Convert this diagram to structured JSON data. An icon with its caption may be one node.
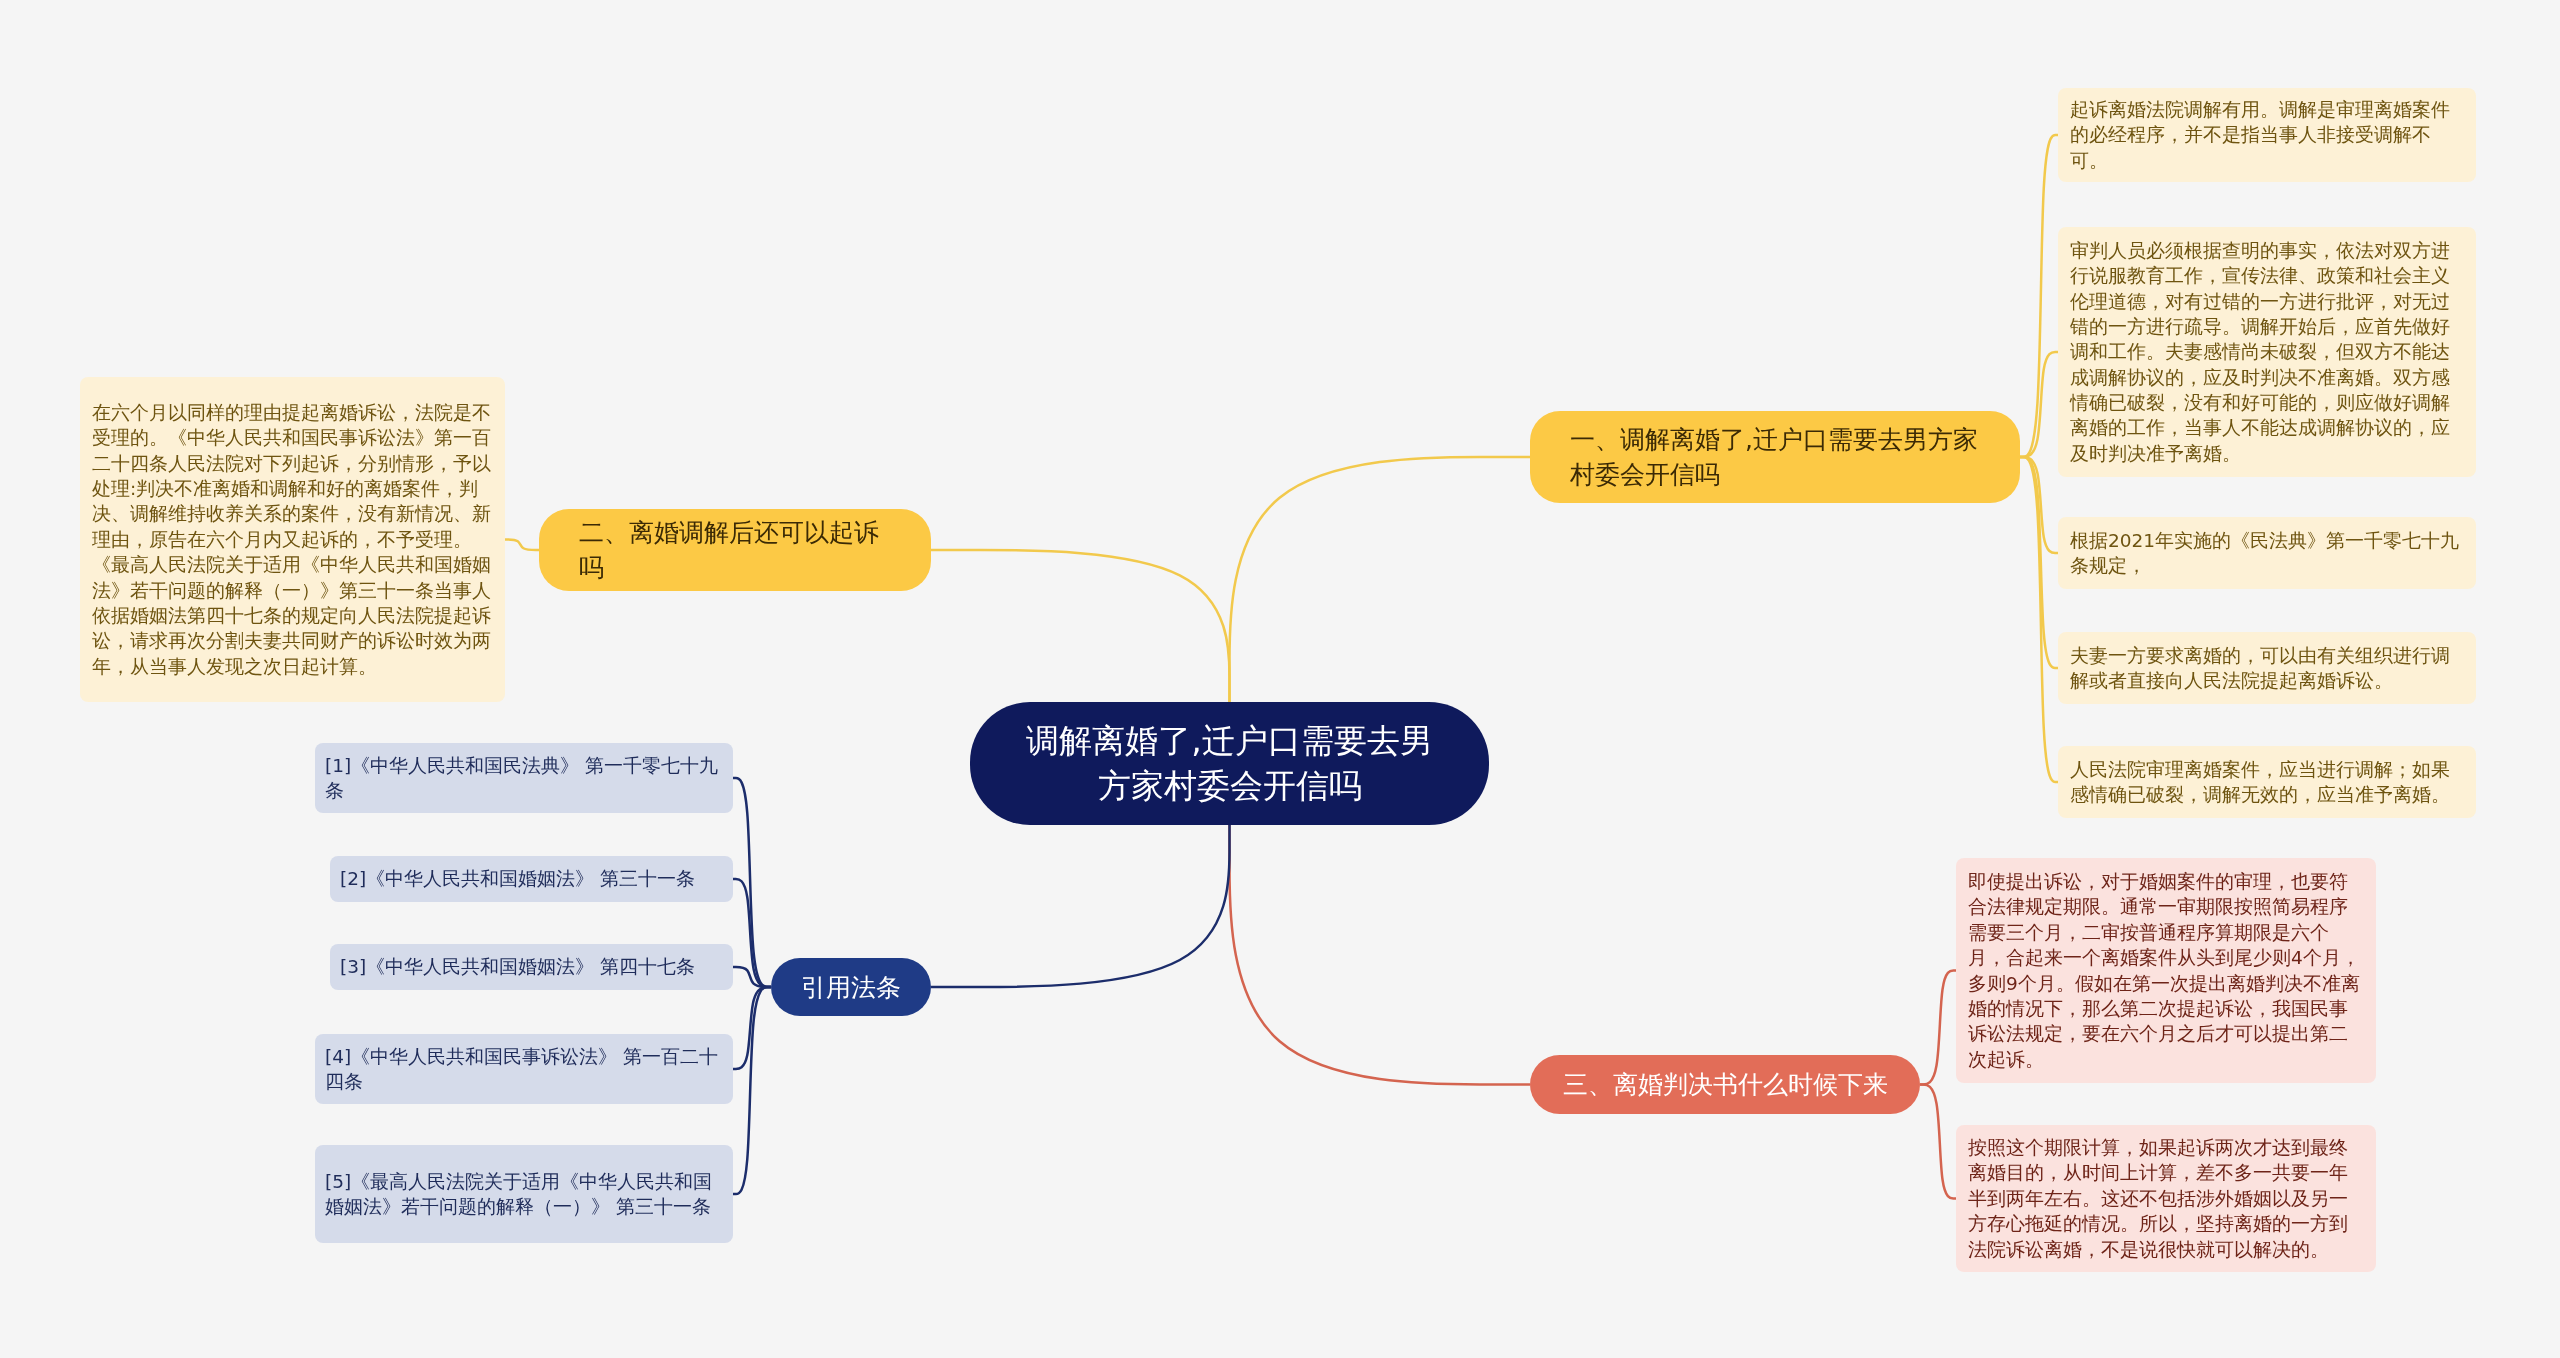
{
  "diagram": {
    "nodes": [
      {
        "text": [
          "调解离婚了,迁户口需要去男方家村委会开信吗"
        ]
      },
      {
        "text": [
          "一、调解离婚了,迁户口需要去男方家村委会开信吗"
        ]
      },
      {
        "text": [
          "起诉离婚法院调解有用。调解是审理离婚案件的必经程序，并不是指当事人非接受调解不可。"
        ]
      },
      {
        "text": [
          "审判人员必须根据查明的事实，依法对双方进行说服教育工作，宣传法律、政策和社会主义伦理道德，对有过错的一方进行批评，对无过错的一方进行疏导。调解开始后，应首先做好调和工作。夫妻感情尚未破裂，但双方不能达成调解协议的，应及时判决不准离婚。双方感情确已破裂，没有和好可能的，则应做好调解离婚的工作，当事人不能达成调解协议的，应及时判决准予离婚。"
        ]
      },
      {
        "text": [
          "根据2021年实施的《民法典》第一千零七十九条规定，"
        ]
      },
      {
        "text": [
          "夫妻一方要求离婚的，可以由有关组织进行调解或者直接向人民法院提起离婚诉讼。"
        ]
      },
      {
        "text": [
          "人民法院审理离婚案件，应当进行调解；如果感情确已破裂，调解无效的，应当准予离婚。"
        ]
      },
      {
        "text": [
          "二、离婚调解后还可以起诉吗"
        ]
      },
      {
        "text": [
          "在六个月以同样的理由提起离婚诉讼，法院是不受理的。《中华人民共和国民事诉讼法》第一百二十四条人民法院对下列起诉，分别情形，予以处理:判决不准离婚和调解和好的离婚案件，判决、调解维持收养关系的案件，没有新情况、新理由，原告在六个月内又起诉的，不予受理。《最高人民法院关于适用《中华人民共和国婚姻法》若干问题的解释（一）》第三十一条当事人依据婚姻法第四十七条的规定向人民法院提起诉讼，请求再次分割夫妻共同财产的诉讼时效为两年，从当事人发现之次日起计算。"
        ]
      },
      {
        "text": [
          "三、离婚判决书什么时候下来"
        ]
      },
      {
        "text": [
          "即使提出诉讼，对于婚姻案件的审理，也要符合法律规定期限。通常一审期限按照简易程序需要三个月，二审按普通程序算期限是六个月，合起来一个离婚案件从头到尾少则4个月，多则9个月。假如在第一次提出离婚判决不准离婚的情况下，那么第二次提起诉讼，我国民事诉讼法规定，要在六个月之后才可以提出第二次起诉。"
        ]
      },
      {
        "text": [
          "按照这个期限计算，如果起诉两次才达到最终离婚目的，从时间上计算，差不多一共要一年半到两年左右。这还不包括涉外婚姻以及另一方存心拖延的情况。所以，坚持离婚的一方到法院诉讼离婚，不是说很快就可以解决的。"
        ]
      },
      {
        "text": [
          "引用法条"
        ]
      },
      {
        "text": [
          "[1]《中华人民共和国民法典》 第一千零七十九条"
        ]
      },
      {
        "text": [
          "[2]《中华人民共和国婚姻法》 第三十一条"
        ]
      },
      {
        "text": [
          "[3]《中华人民共和国婚姻法》 第四十七条"
        ]
      },
      {
        "text": [
          "[4]《中华人民共和国民事诉讼法》 第一百二十四条"
        ]
      },
      {
        "text": [
          "[5]《最高人民法院关于适用《中华人民共和国婚姻法》若干问题的解释（一）》 第三十一条"
        ]
      }
    ],
    "edges": [
      {
        "from": 0,
        "to": 1,
        "arrow": "none"
      },
      {
        "from": 1,
        "to": 2,
        "arrow": "none"
      },
      {
        "from": 1,
        "to": 3,
        "arrow": "none"
      },
      {
        "from": 1,
        "to": 4,
        "arrow": "none"
      },
      {
        "from": 1,
        "to": 5,
        "arrow": "none"
      },
      {
        "from": 1,
        "to": 6,
        "arrow": "none"
      },
      {
        "from": 0,
        "to": 7,
        "arrow": "none"
      },
      {
        "from": 7,
        "to": 8,
        "arrow": "none"
      },
      {
        "from": 0,
        "to": 9,
        "arrow": "none",
        "color": "#d4644f"
      },
      {
        "from": 9,
        "to": 10,
        "arrow": "none",
        "color": "#d4644f"
      },
      {
        "from": 9,
        "to": 11,
        "arrow": "none",
        "color": "#d4644f"
      },
      {
        "from": 0,
        "to": 12,
        "arrow": "none",
        "color": "#1c2d6b"
      },
      {
        "from": 12,
        "to": 13,
        "arrow": "none",
        "color": "#1c2d6b"
      },
      {
        "from": 12,
        "to": 14,
        "arrow": "none",
        "color": "#1c2d6b"
      },
      {
        "from": 12,
        "to": 15,
        "arrow": "none",
        "color": "#1c2d6b"
      },
      {
        "from": 12,
        "to": 16,
        "arrow": "none",
        "color": "#1c2d6b"
      },
      {
        "from": 12,
        "to": 17,
        "arrow": "none",
        "color": "#1c2d6b"
      }
    ]
  }
}
